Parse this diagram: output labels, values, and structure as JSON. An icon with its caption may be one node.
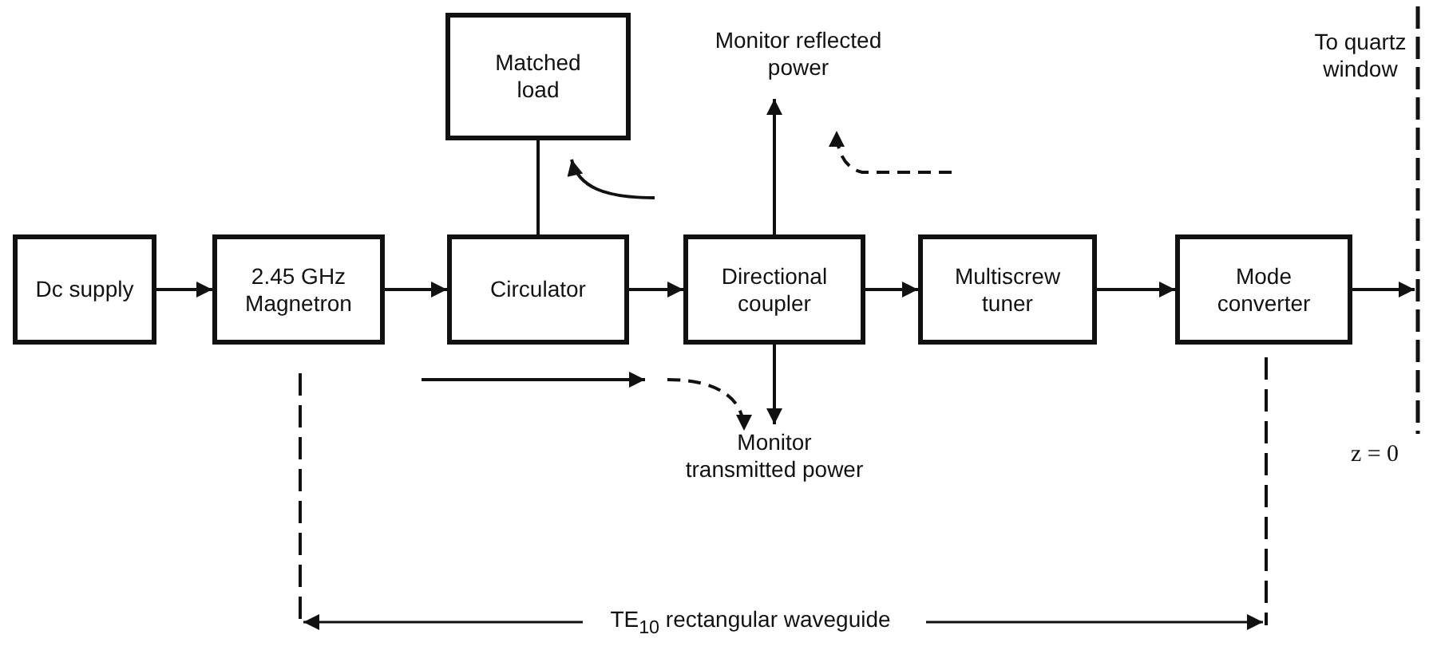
{
  "diagram": {
    "nodes": [
      {
        "text": [
          "Dc supply"
        ]
      },
      {
        "text": [
          "2.45 GHz Magnetron"
        ]
      },
      {
        "text": [
          "Matched load"
        ]
      },
      {
        "text": [
          "Circulator"
        ]
      },
      {
        "text": [
          "Monitor reflected power"
        ]
      },
      {
        "text": [
          "Directional coupler"
        ]
      },
      {
        "text": [
          "Multiscrew tuner"
        ]
      },
      {
        "text": [
          "Mode converter"
        ]
      },
      {
        "text": [
          "Monitor transmitted power"
        ]
      }
    ],
    "edges": [
      {
        "from": 0,
        "to": 1,
        "arrow": "to"
      },
      {
        "from": 1,
        "to": 3,
        "arrow": "to"
      },
      {
        "from": 3,
        "to": 2,
        "arrow": "none"
      },
      {
        "from": 3,
        "to": 5,
        "arrow": "to"
      },
      {
        "from": 5,
        "to": 4,
        "arrow": "to"
      },
      {
        "from": 5,
        "to": 8,
        "arrow": "to"
      },
      {
        "from": 5,
        "to": 6,
        "arrow": "to"
      },
      {
        "from": 6,
        "to": 7,
        "arrow": "to"
      },
      {
        "from": 7,
        "to": null,
        "arrow": "to"
      }
    ],
    "labels": [
      "To quartz window",
      "z = 0",
      "TE$_{10}$ rectangular waveguide"
    ]
  }
}
